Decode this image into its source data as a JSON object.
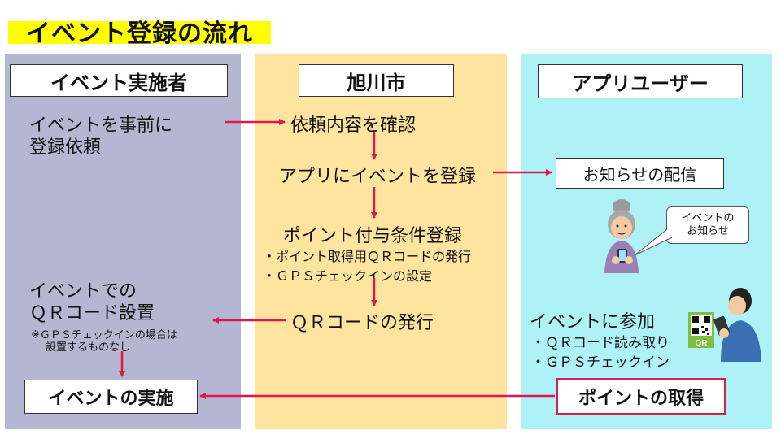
{
  "title": "イベント登録の流れ",
  "columns": {
    "organizer": "イベント実施者",
    "city": "旭川市",
    "user": "アプリユーザー"
  },
  "organizer": {
    "register_line1": "イベントを事前に",
    "register_line2": "登録依頼",
    "qr_line1": "イベントでの",
    "qr_line2": "ＱＲコード設置",
    "note_line1": "※ＧＰＳチェックインの場合は",
    "note_line2": "設置するものなし",
    "event_box": "イベントの実施"
  },
  "city": {
    "step1": "依頼内容を確認",
    "step2": "アプリにイベントを登録",
    "step3": "ポイント付与条件登録",
    "step3_sub1": "・ポイント取得用ＱＲコードの発行",
    "step3_sub2": "・ＧＰＳチェックインの設定",
    "step4": "ＱＲコードの発行"
  },
  "user": {
    "notice_box": "お知らせの配信",
    "bubble_line1": "イベントの",
    "bubble_line2": "お知らせ",
    "join": "イベントに参加",
    "join_sub1": "・ＱＲコード読み取り",
    "join_sub2": "・ＧＰＳチェックイン",
    "qr_label": "QR",
    "point_box": "ポイントの取得"
  },
  "colors": {
    "arrow": "#e0174d",
    "title_highlight": "#ffff00",
    "organizer_bg": "#b5b7d2",
    "city_bg": "#ffe49f",
    "user_bg": "#aef2f7"
  }
}
